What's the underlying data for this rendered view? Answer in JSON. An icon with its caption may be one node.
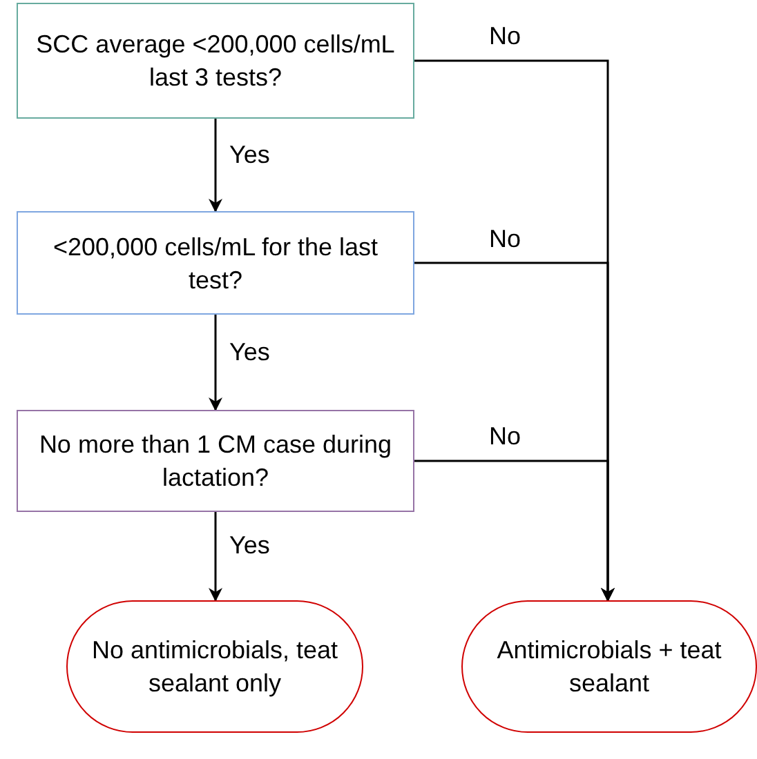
{
  "diagram": {
    "nodes": [
      {
        "text": [
          "SCC average <200,000 cells/mL last 3 tests?"
        ]
      },
      {
        "text": [
          "<200,000 cells/mL for the last test?"
        ]
      },
      {
        "text": [
          "No more than 1 CM case during lactation?"
        ]
      },
      {
        "text": [
          "No antimicrobials, teat sealant only"
        ]
      },
      {
        "text": [
          "Antimicrobials + teat sealant"
        ]
      }
    ],
    "edges": [
      {
        "from": 0,
        "to": 1,
        "arrow": "to",
        "label": "Yes"
      },
      {
        "from": 1,
        "to": 2,
        "arrow": "to",
        "label": "Yes"
      },
      {
        "from": 2,
        "to": 3,
        "arrow": "to",
        "label": "Yes"
      },
      {
        "from": 0,
        "to": 4,
        "arrow": "to",
        "label": "No"
      },
      {
        "from": 1,
        "to": 4,
        "arrow": "to",
        "label": "No"
      },
      {
        "from": 2,
        "to": 4,
        "arrow": "to",
        "label": "No"
      }
    ]
  }
}
